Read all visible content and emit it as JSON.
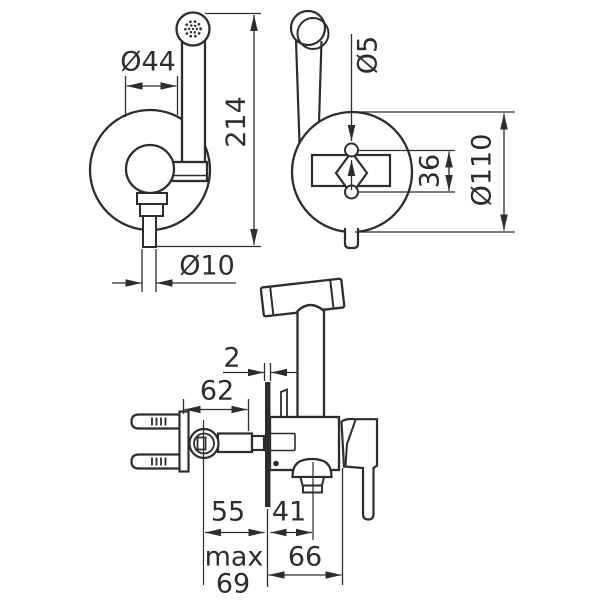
{
  "colors": {
    "ink": "#2d2d2d",
    "background": "#ffffff"
  },
  "views": {
    "front": {
      "dim_cap_diameter": "Ø44",
      "dim_height": "214",
      "dim_spout_diameter": "Ø10"
    },
    "side": {
      "dim_hole_diameter": "Ø5",
      "dim_hole_spacing": "36",
      "dim_plate_diameter": "Ø110"
    },
    "install": {
      "dim_plate_thickness": "2",
      "dim_rough_in": "62",
      "dim_depth": "55",
      "dim_outlet": "41",
      "dim_depth_max_label": "max",
      "dim_depth_max_value": "69",
      "dim_body_depth": "66"
    }
  }
}
